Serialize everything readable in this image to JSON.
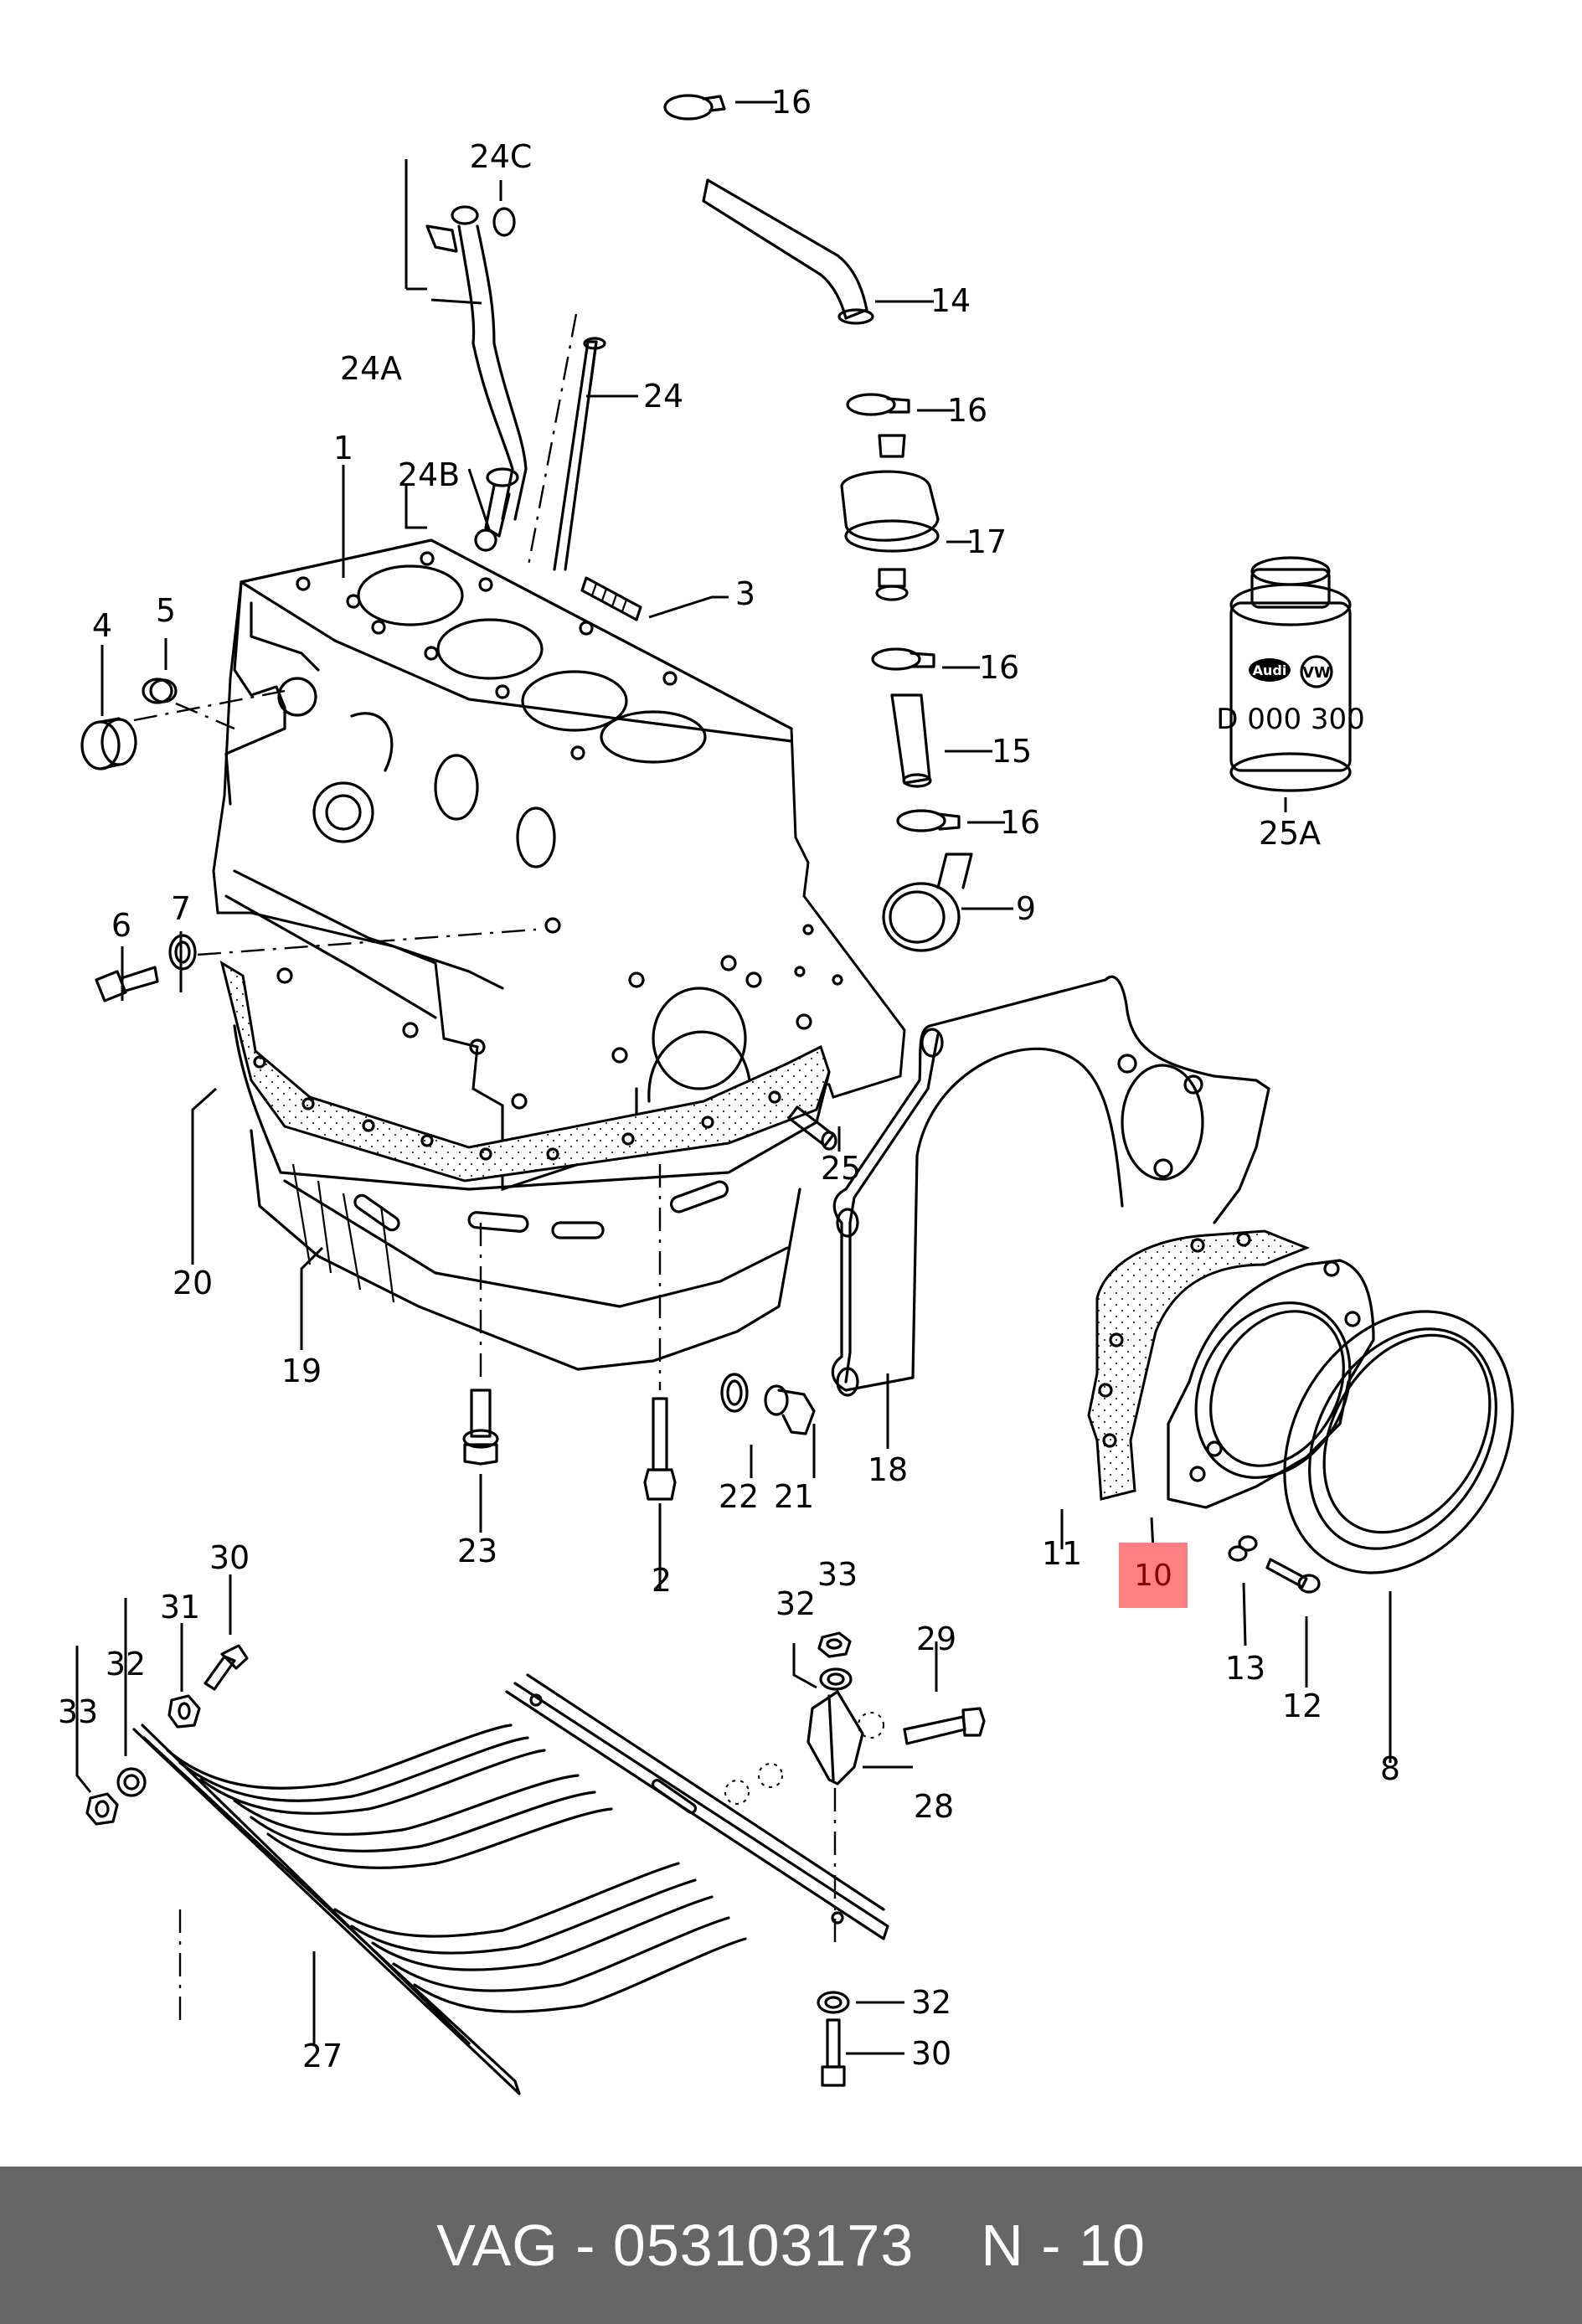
{
  "footer": {
    "brand": "VAG",
    "separator": "-",
    "part_number": "053103173",
    "position_prefix": "N",
    "position_number": "10",
    "text": "VAG - 053103173",
    "position_text": "N - 10",
    "background_color": "#666666",
    "text_color": "#ffffff"
  },
  "highlight": {
    "label": "10",
    "fill_color": "#ff8080",
    "text_color": "#8b0000"
  },
  "can": {
    "brand_left": "Audi",
    "brand_right": "VW",
    "code": "D 000 300"
  },
  "callouts": {
    "c1": "1",
    "c2": "2",
    "c3": "3",
    "c4": "4",
    "c5": "5",
    "c6": "6",
    "c7": "7",
    "c8": "8",
    "c9": "9",
    "c10": "10",
    "c11": "11",
    "c12": "12",
    "c13": "13",
    "c14": "14",
    "c15": "15",
    "c16a": "16",
    "c16b": "16",
    "c16c": "16",
    "c16d": "16",
    "c17": "17",
    "c18": "18",
    "c19": "19",
    "c20": "20",
    "c21": "21",
    "c22": "22",
    "c23": "23",
    "c24": "24",
    "c24a": "24A",
    "c24b": "24B",
    "c24c": "24C",
    "c25": "25",
    "c25a": "25A",
    "c27": "27",
    "c28": "28",
    "c29": "29",
    "c30a": "30",
    "c30b": "30",
    "c31": "31",
    "c32a": "32",
    "c32b": "32",
    "c32c": "32",
    "c33a": "33",
    "c33b": "33"
  }
}
